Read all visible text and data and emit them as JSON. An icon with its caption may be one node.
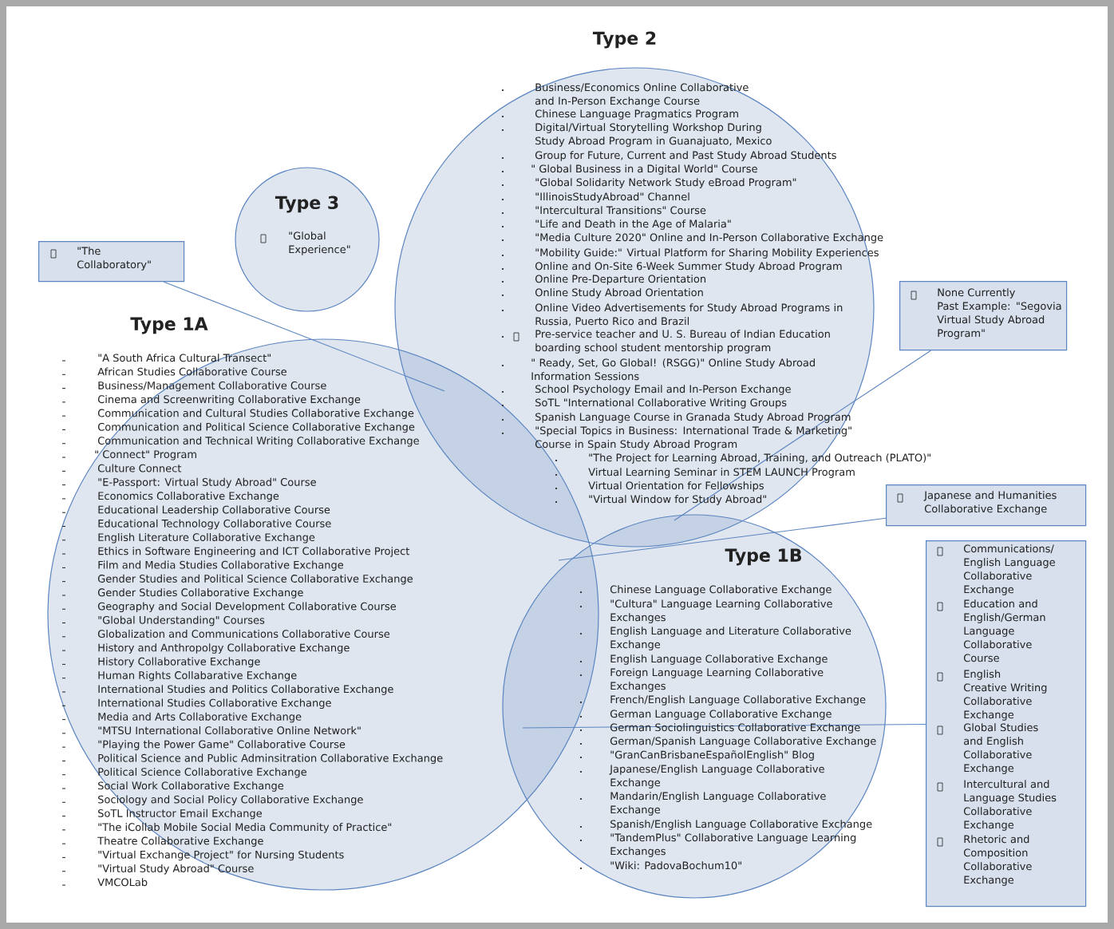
{
  "diagram": {
    "nodes": [
      {
        "text": [
          "Type 2",
          "Business/Economics Online Collaborative and In-Person Exchange Course",
          "Chinese Language Pragmatics Program",
          "Digital/Virtual Storytelling Workshop During Study Abroad Program in Guanajuato, Mexico",
          "Group for Future, Current and Past Study Abroad Students",
          "\" Global Business in a Digital World\" Course",
          "\"Global Solidarity Network Study eBroad Program\"",
          "\"IllinoisStudyAbroad\" Channel",
          "\"Intercultural Transitions\" Course",
          "\"Life and Death in the Age of Malaria\"",
          "\"Media Culture 2020\" Online and In-Person Collaborative Exchange",
          "\"Mobility Guide:\" Virtual Platform for Sharing Mobility Experiences",
          "Online and On-Site 6-Week Summer Study Abroad Program",
          "Online Pre-Departure Orientation",
          "Online Study Abroad Orientation",
          "Online Video Advertisements for Study Abroad Programs in Russia, Puerto Rico and Brazil",
          "Pre-service teacher and U. S. Bureau of Indian Education boarding school student mentorship program",
          "\" Ready, Set, Go Global! (RSGG)\" Online Study Abroad Information Sessions",
          "School Psychology Email and In-Person Exchange",
          "SoTL \"International Collaborative Writing Groups",
          "Spanish Language Course in Granada Study Abroad Program",
          "\"Special Topics in Business: International Trade & Marketing\" Course in Spain Study Abroad Program",
          "\"The Project for Learning Abroad, Training, and Outreach (PLATO)\"",
          "Virtual Learning Seminar in STEM LAUNCH Program",
          "Virtual Orientation for Fellowships",
          "\"Virtual Window for Study Abroad\""
        ]
      },
      {
        "text": [
          "Type 3",
          "\"Global Experience\""
        ]
      },
      {
        "text": [
          "Type 1A",
          "\"A South Africa Cultural Transect\"",
          "African Studies Collaborative Course",
          "Business/Management Collaborative Course",
          "Cinema and Screenwriting Collaborative Exchange",
          "Communication and Cultural Studies Collaborative Exchange",
          "Communication and Political Science Collaborative Exchange",
          "Communication and Technical Writing Collaborative Exchange",
          "\" Connect\" Program",
          "Culture Connect",
          "\"E-Passport: Virtual Study Abroad\" Course",
          "Economics Collaborative Exchange",
          "Educational Leadership Collaborative Course",
          "Educational Technology Collaborative Course",
          "English Literature Collaborative Exchange",
          "Ethics in Software Engineering and ICT Collaborative Project",
          "Film and Media Studies Collaborative Exchange",
          "Gender Studies and Political Science Collaborative Exchange",
          "Gender Studies Collaborative Exchange",
          "Geography and Social Development Collaborative Course",
          "\"Global Understanding\" Courses",
          "Globalization and Communications Collaborative Course",
          "History and Anthropolgy Collaborative Exchange",
          "History Collaborative Exchange",
          "Human Rights Collabarative Exchange",
          "International Studies and Politics Collaborative Exchange",
          "International Studies Collaborative Exchange",
          "Media and Arts Collaborative Exchange",
          "\"MTSU International Collaborative Online Network\"",
          "\"Playing the Power Game\" Collaborative Course",
          "Political Science and Public Adminsitration Collaborative Exchange",
          "Political Science Collaborative Exchange",
          "Social Work Collaborative Exchange",
          "Sociology and Social Policy Collaborative Exchange",
          "SoTL Instructor Email Exchange",
          "\"The iCollab Mobile Social Media Community of Practice\"",
          "Theatre Collaborative Exchange",
          "\"Virtual Exchange Project\" for Nursing Students",
          "\"Virtual Study Abroad\" Course",
          "VMCOLab"
        ]
      },
      {
        "text": [
          "Type 1B",
          "Chinese Language Collaborative Exchange",
          "\"Cultura\" Language Learning Collaborative Exchanges",
          "English Language and Literature Collaborative Exchange",
          "English Language Collaborative Exchange",
          "Foreign Language Learning Collaborative Exchanges",
          "French/English Language Collaborative Exchange",
          "German Language Collaborative Exchange",
          "German Sociolinguistics Collaborative Exchange",
          "German/Spanish Language Collaborative Exchange",
          "\"GranCanBrisbaneEspañolEnglish\" Blog",
          "Japanese/English Language Collaborative Exchange",
          "Mandarin/English Language Collaborative Exchange",
          "Spanish/English Language Collaborative Exchange",
          "\"TandemPlus\" Collaborative Language Learning Exchanges",
          "\"Wiki: PadovaBochum10\""
        ]
      },
      {
        "text": [
          "\"The Collaboratory\""
        ]
      },
      {
        "text": [
          "None Currently",
          "Past Example: \"Segovia Virtual Study Abroad Program\""
        ]
      },
      {
        "text": [
          "Japanese and Humanities Collaborative Exchange"
        ]
      },
      {
        "text": [
          "Communications/ English Language Collaborative Exchange",
          "Education and English/German Language Collaborative Course",
          "English Creative Writing Collaborative Exchange",
          "Global Studies and English Collaborative Exchange",
          "Intercultural and Language Studies Collaborative Exchange",
          "Rhetoric and Composition Collaborative Exchange"
        ]
      },
      {
        "text": [],
        "shape": "lens"
      },
      {
        "text": [],
        "shape": "lens"
      },
      {
        "text": [],
        "shape": "lens"
      }
    ],
    "edges": [
      {
        "from": 4,
        "to": 8,
        "arrow": "none"
      },
      {
        "from": 5,
        "to": 9,
        "arrow": "none"
      },
      {
        "from": 6,
        "to": 10,
        "arrow": "none"
      },
      {
        "from": 7,
        "to": 10,
        "arrow": "none"
      }
    ]
  }
}
